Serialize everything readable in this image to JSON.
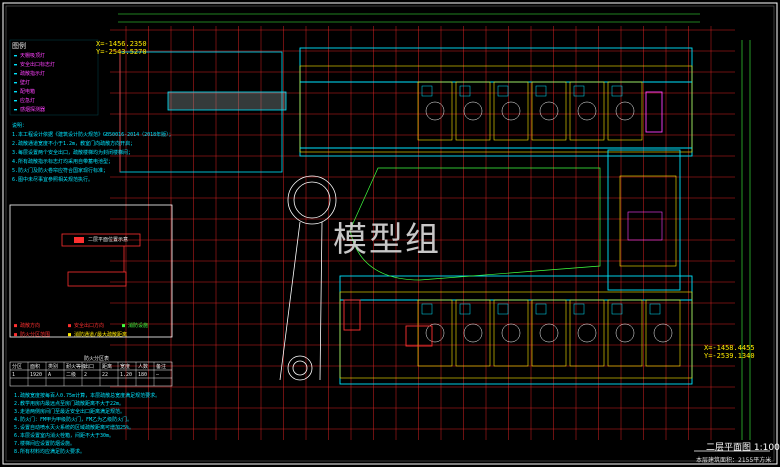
{
  "watermark": "模型组",
  "drawing_title": "二层平面图 1:100",
  "drawing_subtitle": "本层建筑面积：2155平方米",
  "coord_labels": {
    "top_left": "X=-1456.2350\nY=-2543.5270",
    "bottom_right": "X=-1458.4455\nY=-2539.1340"
  },
  "legend": {
    "title": "图例",
    "items": [
      {
        "label": "天棚吸顶灯",
        "icon": "lamp-icon"
      },
      {
        "label": "安全出口标志灯",
        "icon": "exit-sign-icon"
      },
      {
        "label": "疏散指示灯",
        "icon": "evac-arrow-icon"
      },
      {
        "label": "壁灯",
        "icon": "wall-lamp-icon"
      },
      {
        "label": "配电箱",
        "icon": "panel-icon"
      },
      {
        "label": "应急灯",
        "icon": "emergency-lamp-icon"
      },
      {
        "label": "感烟探测器",
        "icon": "smoke-detector-icon"
      }
    ]
  },
  "notes": [
    "说明：",
    "1.本工程设计依据《建筑设计防火规范》GB50016-2014（2018年版）；",
    "2.疏散通道宽度不小于1.2m，教室门向疏散方向开启；",
    "3.每层设置两个安全出口，疏散楼梯均为封闭楼梯间；",
    "4.所有疏散指示标志灯均采用自带蓄电池型；",
    "5.防火门及防火卷帘应符合国家现行标准；",
    "6.图中未尽事宜参照相关规范执行。"
  ],
  "keymap": {
    "title": "二层平面位置示意",
    "legend_items": [
      {
        "label": "疏散方向",
        "color": "#ff3030"
      },
      {
        "label": "安全出口方向",
        "color": "#ff3030"
      },
      {
        "label": "消防设施",
        "color": "#40ff40"
      },
      {
        "label": "防火分区范围",
        "color": "#ff3030"
      },
      {
        "label": "消防通道/最大疏散距离",
        "color": "#ffea00"
      }
    ]
  },
  "schedule": {
    "title": "防火分区表",
    "headers": [
      "分区",
      "面积",
      "类别",
      "耐火等级",
      "出口",
      "距离",
      "宽度",
      "人数",
      "备注"
    ],
    "rows": [
      [
        "1",
        "1920",
        "A",
        "二级",
        "2",
        "22",
        "1.20",
        "180",
        "—"
      ]
    ]
  },
  "bottom_notes": [
    "1.疏散宽度按每百人0.75m计算，本层疏散总宽度满足规范要求。",
    "2.教学用房内最远点至房门疏散距离不大于22m。",
    "3.走道两侧房间门至最近安全出口距离满足规范。",
    "4.防火门：FM甲为甲级防火门，FM乙为乙级防火门。",
    "5.设置自动喷水灭火系统的区域疏散距离可增加25%。",
    "6.本层设置室内消火栓箱，间距不大于30m。",
    "7.楼梯间应设置防烟设施。",
    "8.所有材料均应满足防火要求。"
  ],
  "section_colors": {
    "wall": "#00e5ff",
    "grid": "#ff2a2a",
    "door": "#ffea00",
    "dim": "#40ff40",
    "fixture": "#ff40ff",
    "text": "#e8e8e8"
  }
}
